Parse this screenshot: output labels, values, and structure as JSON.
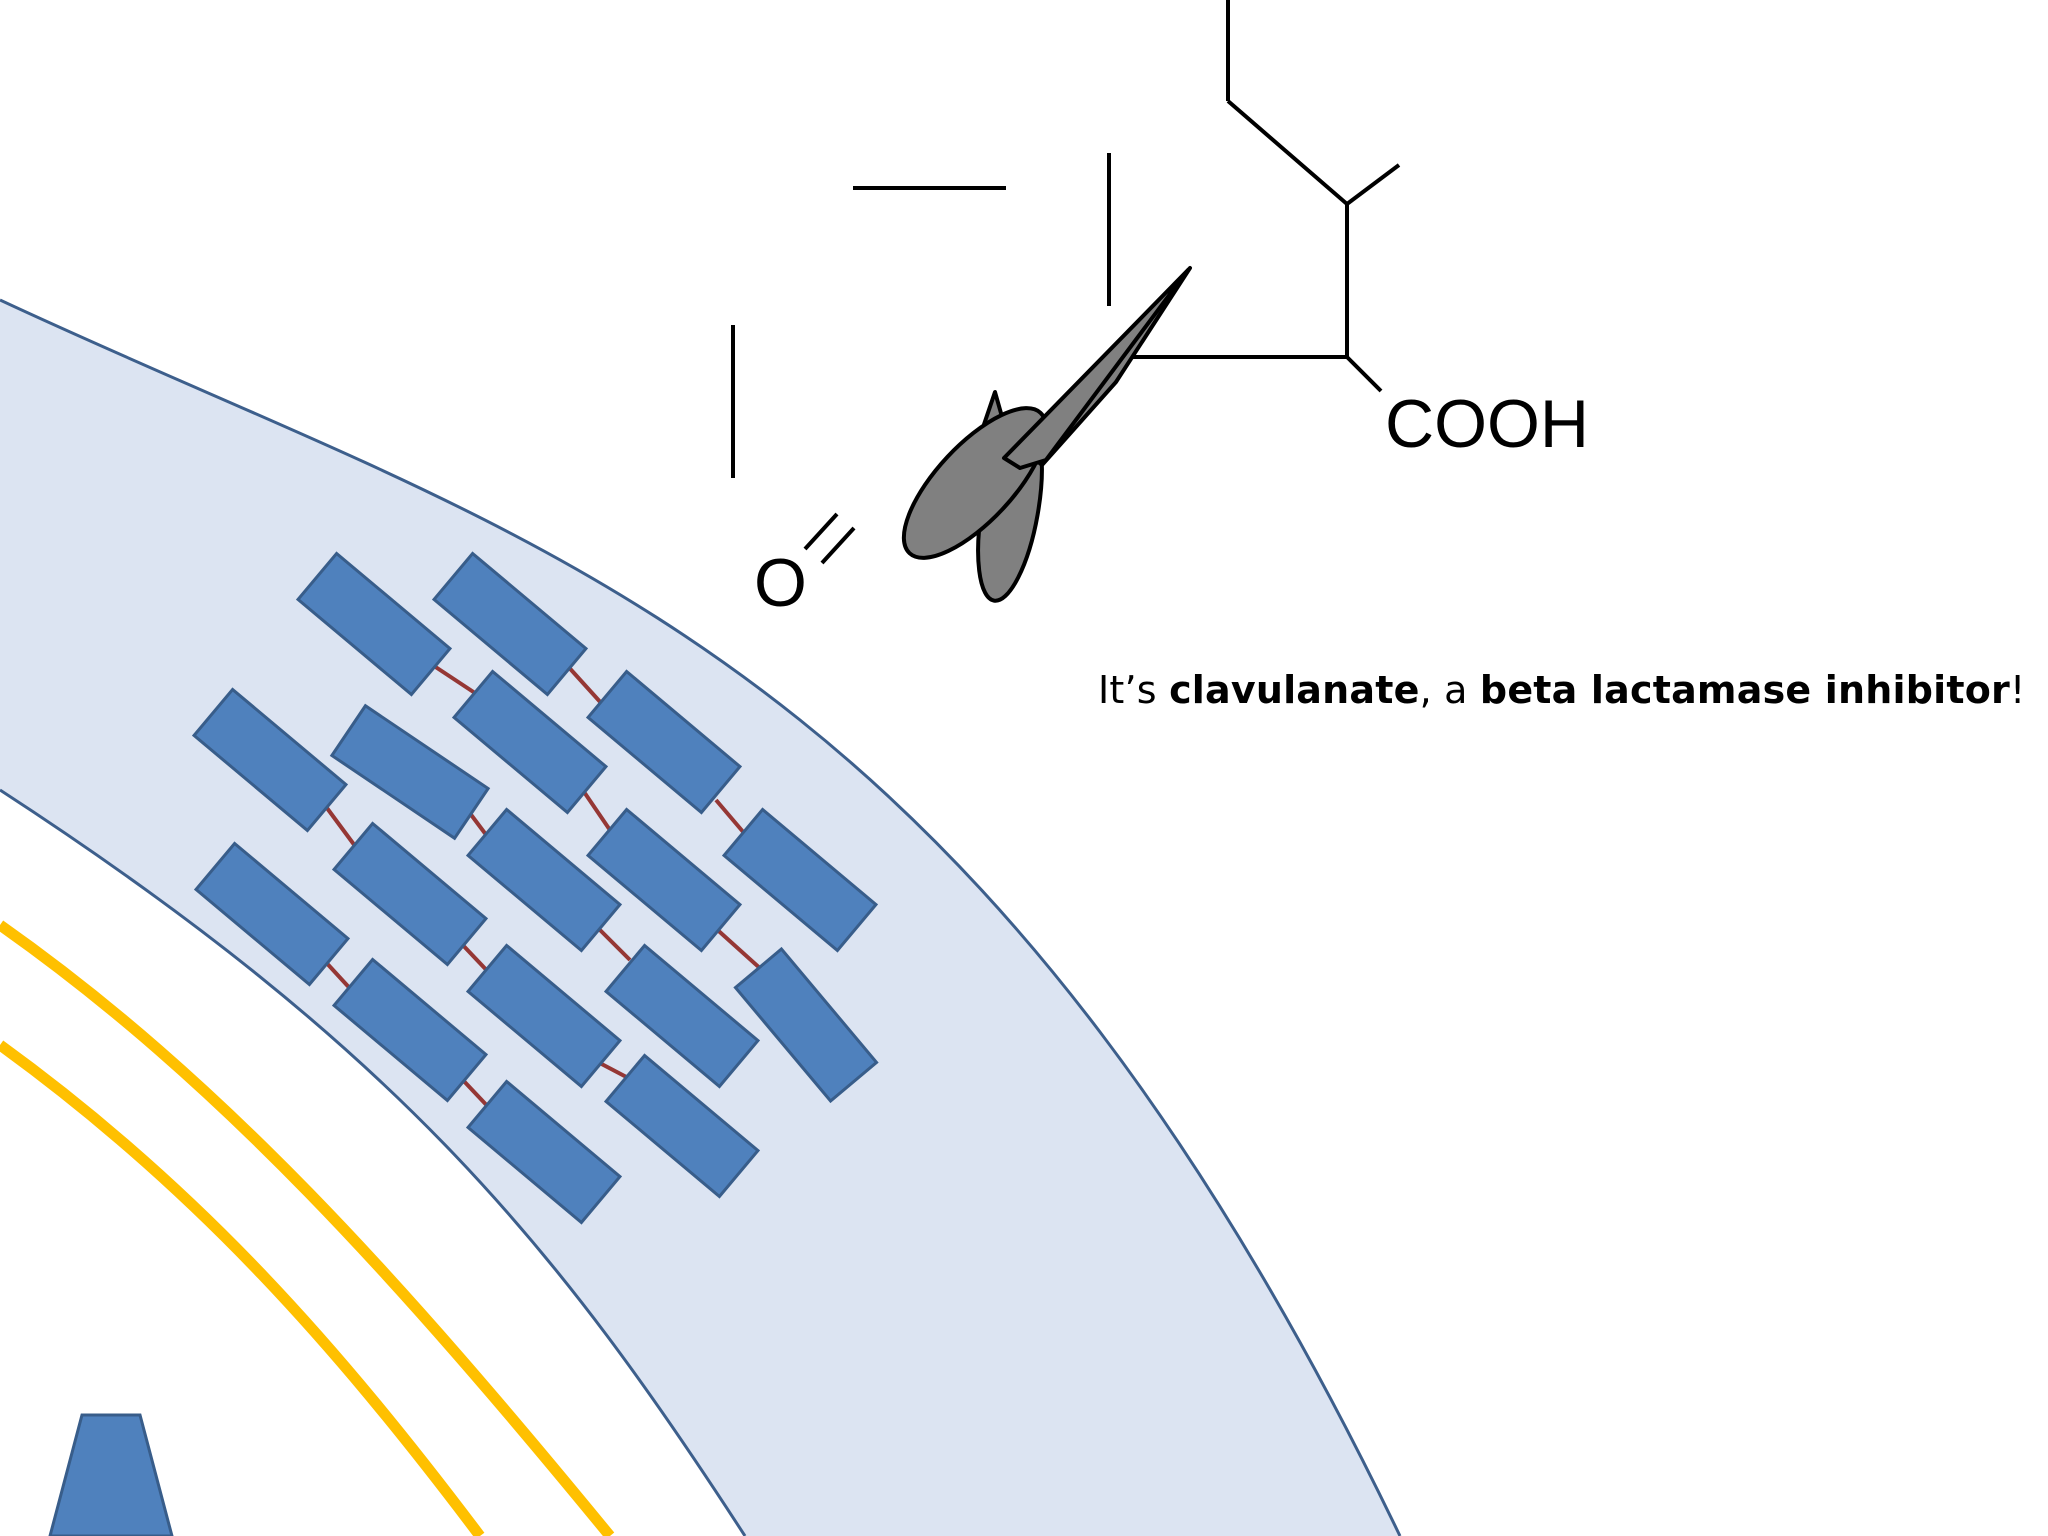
{
  "molecule": {
    "oxygen_label": "O",
    "acid_label": "COOH"
  },
  "caption": {
    "prefix": "It’s ",
    "term1": "clavulanate",
    "middle": ", a ",
    "term2": "beta lactamase inhibitor",
    "suffix": "!"
  },
  "colors": {
    "cell_wall_fill": "#dce4f2",
    "cell_wall_stroke": "#3d5f8c",
    "peptidoglycan_block": "#4f81bd",
    "peptidoglycan_block_stroke": "#385d8a",
    "crosslink": "#953735",
    "membrane": "#ffc000",
    "scissors": "#808080",
    "bond": "#000000"
  },
  "icons": {
    "scissors": "scissors-icon",
    "protein": "membrane-protein-icon"
  }
}
